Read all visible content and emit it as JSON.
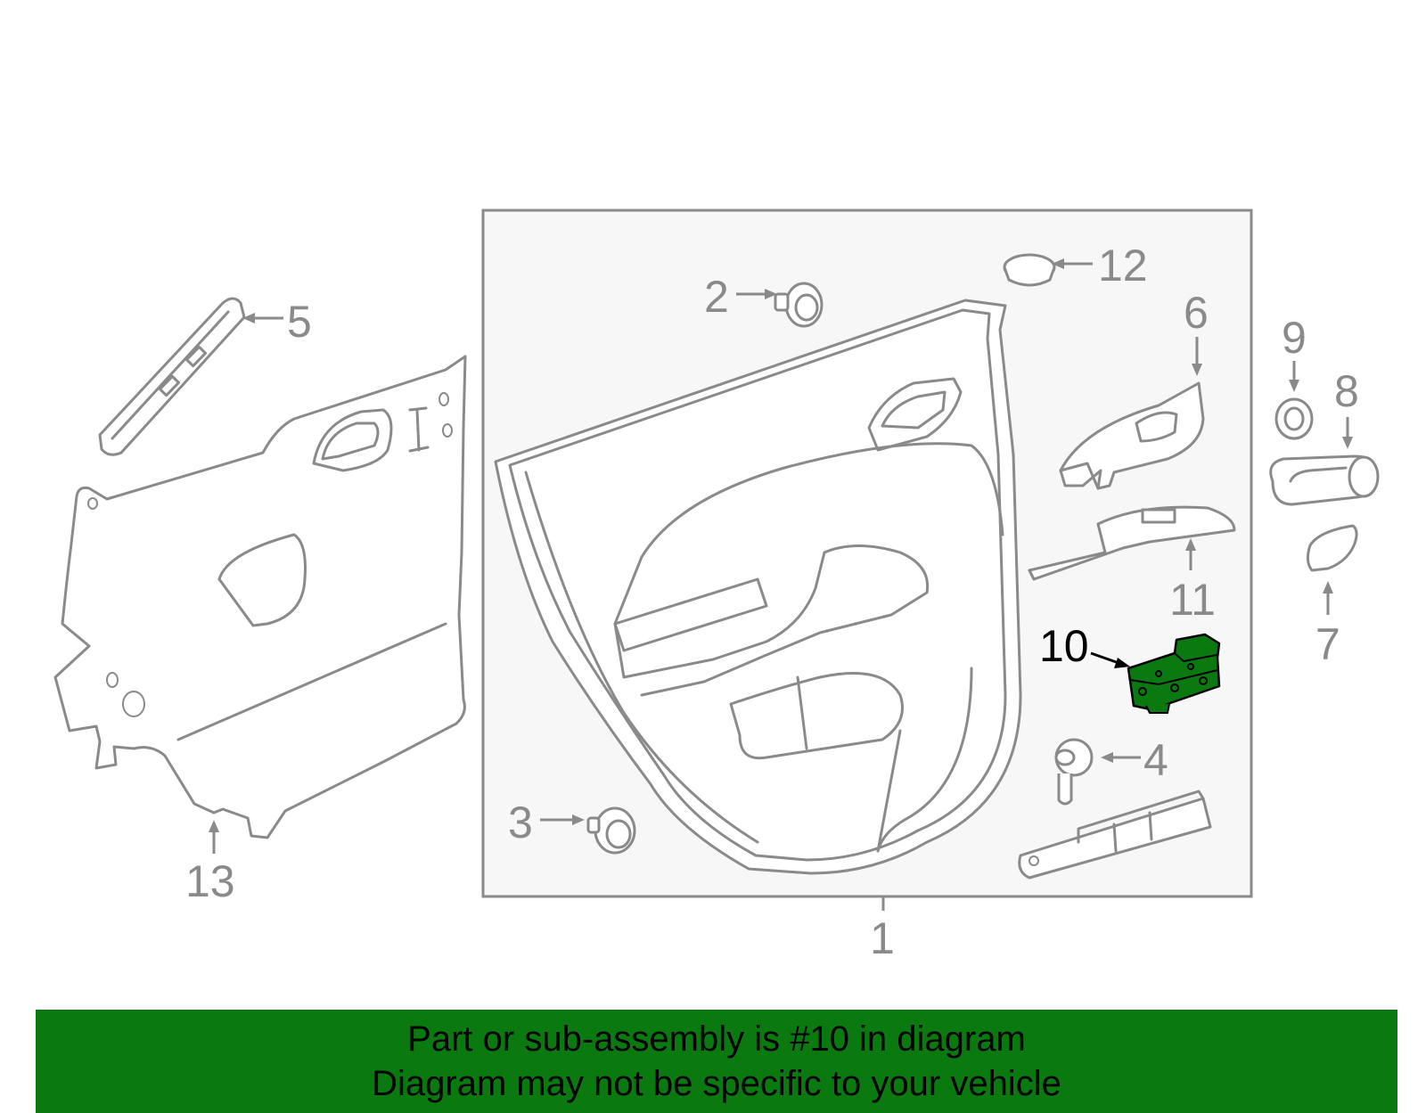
{
  "callouts": {
    "c1": "1",
    "c2": "2",
    "c3": "3",
    "c4": "4",
    "c5": "5",
    "c6": "6",
    "c7": "7",
    "c8": "8",
    "c9": "9",
    "c10": "10",
    "c11": "11",
    "c12": "12",
    "c13": "13"
  },
  "highlighted_part": "10",
  "colors": {
    "banner_background": "#0a7a10",
    "highlighted_part_fill": "#0a7a10",
    "line_art": "#8a8a8a"
  },
  "banner": {
    "line1": "Part or sub-assembly is #10 in diagram",
    "line2": "Diagram may not be specific to your vehicle"
  }
}
